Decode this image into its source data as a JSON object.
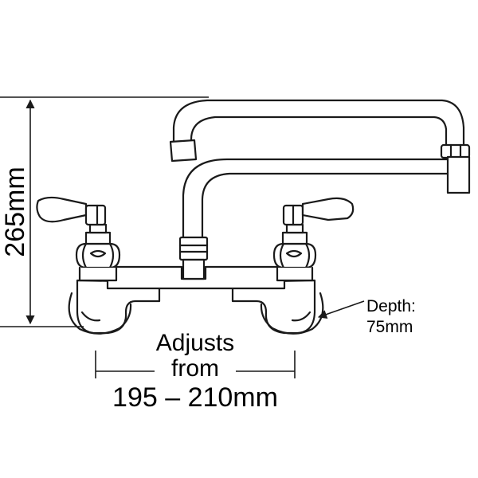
{
  "dimensions": {
    "height": "265mm",
    "depth_label": "Depth:",
    "depth_value": "75mm",
    "adjust_line1": "Adjusts",
    "adjust_line2": "from",
    "adjust_range": "195 – 210mm"
  },
  "colors": {
    "stroke": "#1a1a1a",
    "fill": "#ffffff"
  }
}
